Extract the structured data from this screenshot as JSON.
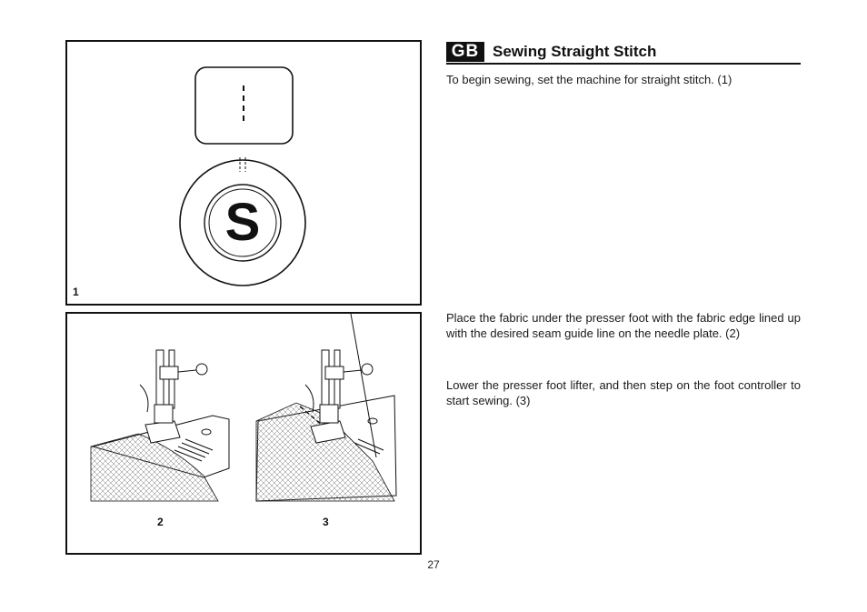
{
  "section": {
    "badge": "GB",
    "title": "Sewing Straight Stitch"
  },
  "paragraphs": [
    "To begin sewing, set the machine for straight stitch. (1)",
    "Place the fabric under the presser foot with the fabric edge lined up with the desired seam guide line on the needle plate. (2)",
    "Lower the presser foot lifter, and then step on the foot controller to start sewing. (3)"
  ],
  "figures": {
    "fig1_label": "1",
    "fig2_label": "2",
    "fig3_label": "3",
    "dial_letter": "S"
  },
  "page_number": "27"
}
